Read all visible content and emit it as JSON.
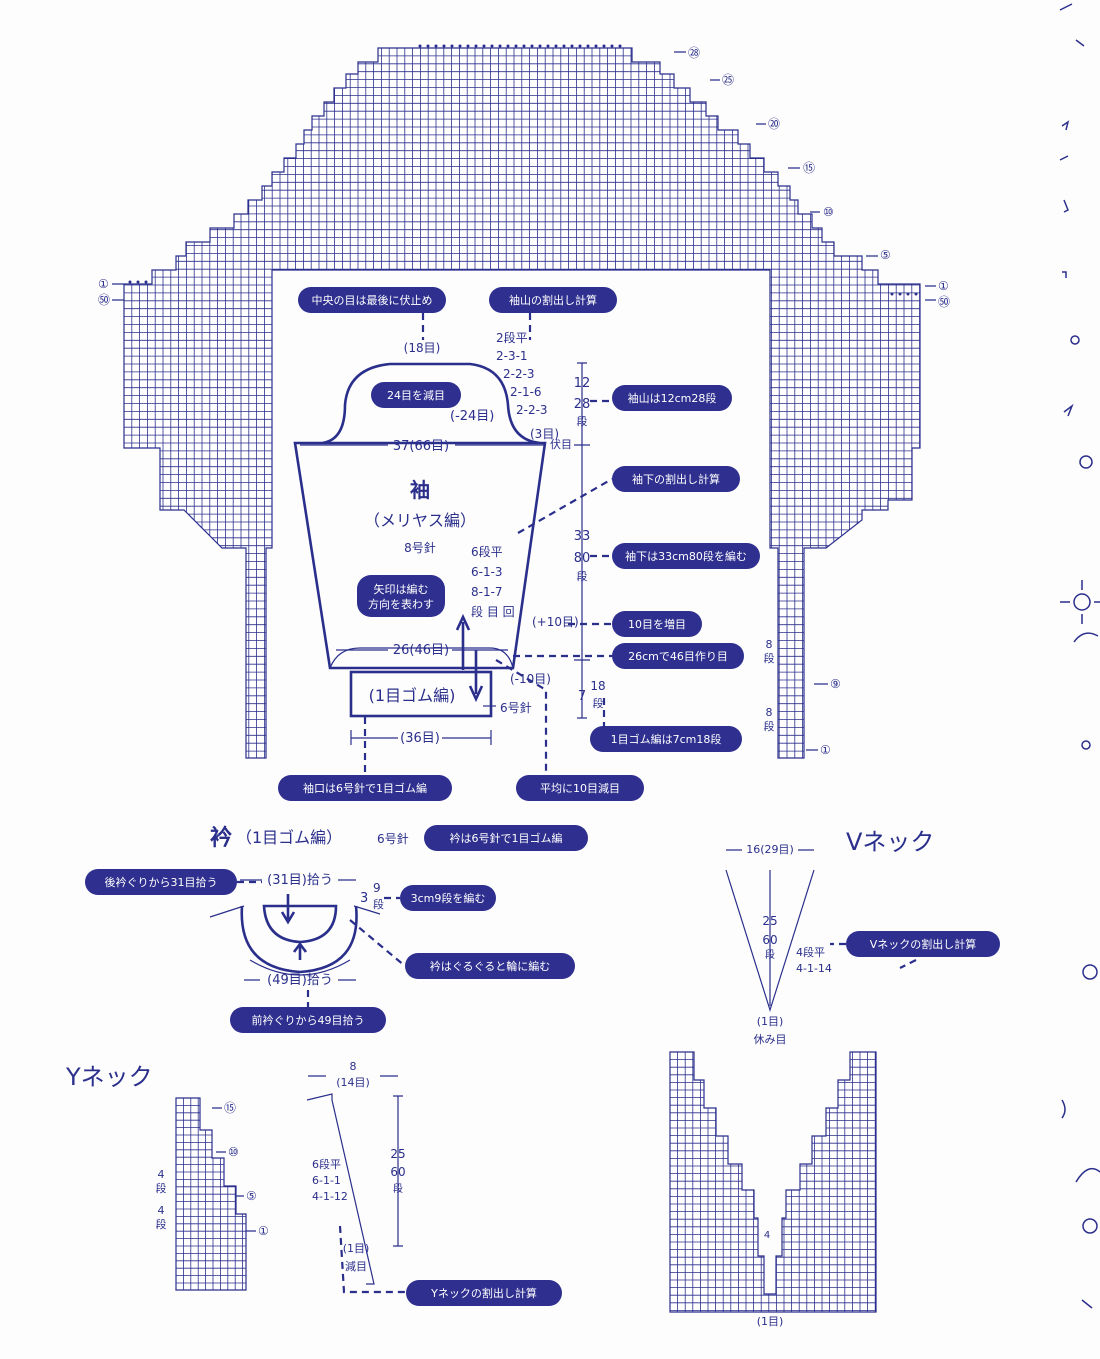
{
  "body_grid": {
    "rows_labels": [
      "㉘",
      "㉕",
      "⑳",
      "⑮",
      "⑩",
      "⑤",
      "①",
      "㊿"
    ],
    "left_row_marks": [
      "①",
      "㊿"
    ]
  },
  "sleeve": {
    "title": "袖",
    "subtitle": "（メリヤス編）",
    "needle": "8号針",
    "top_count": "(18目)",
    "decrease_label": "(-24目)",
    "bindoff_count": "(3目)",
    "bindoff_label": "伏目",
    "width": "37(66目)",
    "cuff_width": "26(46目)",
    "cuff_title": "(1目ゴム編)",
    "cuff_needle": "6号針",
    "cuff_count": "(36目)",
    "cuff_decrease": "(-10目)",
    "increase_label": "(+10目)",
    "cap_calc": [
      "2段平",
      "2-3-1",
      "2-2-3",
      "2-1-6",
      "2-2-3"
    ],
    "under_calc": [
      "6段平",
      "6-1-3",
      "8-1-7",
      "段 目 回"
    ],
    "cap_cm": "12",
    "cap_rows": "28",
    "cap_rows_unit": "段",
    "under_cm": "33",
    "under_rows": "80",
    "under_rows_unit": "段",
    "cuff_cm": "7",
    "cuff_rows": "18",
    "cuff_rows_unit": "段",
    "side_marks": [
      "8",
      "段",
      "8",
      "段"
    ],
    "side_circles": [
      "⑨",
      "①"
    ]
  },
  "notes": {
    "center_bindoff": "中央の目は最後に伏止め",
    "cap_calc_title": "袖山の割出し計算",
    "decrease_24": "24目を減目",
    "cap_rows": "袖山は12cm28段",
    "under_calc_title": "袖下の割出し計算",
    "under_rows": "袖下は33cm80段を編む",
    "arrow_dir": [
      "矢印は編む",
      "方向を表わす"
    ],
    "increase_10": "10目を増目",
    "cast_on": "26cmで46目作り目",
    "ribbing": "1目ゴム編は7cm18段",
    "cuff_ribbing": "袖口は6号針で1目ゴム編",
    "avg_decrease": "平均に10目減目"
  },
  "collar": {
    "title": "衿",
    "subtitle": "（1目ゴム編）",
    "needle": "6号針",
    "note": "衿は6号針で1目ゴム編",
    "back_pick": "後衿ぐりから31目拾う",
    "back_count": "(31目)拾う",
    "front_count": "(49目)拾う",
    "front_pick": "前衿ぐりから49目拾う",
    "height_cm": "3",
    "height_rows": "9",
    "height_unit": "段",
    "knit_9": "3cm9段を編む",
    "round_note": "衿はぐるぐると輪に編む"
  },
  "vneck": {
    "title": "Vネック",
    "width": "16(29目)",
    "depth_cm": "25",
    "depth_rows": "60",
    "depth_unit": "段",
    "calc": [
      "4段平",
      "4-1-14"
    ],
    "center": "(1目)",
    "center_label": "休み目",
    "calc_title": "Vネックの割出し計算",
    "chart_center": "(1目)",
    "chart_mark": "4"
  },
  "yneck": {
    "title": "Yネック",
    "width": "8",
    "width_count": "(14目)",
    "depth_cm": "25",
    "depth_rows": "60",
    "depth_unit": "段",
    "calc": [
      "6段平",
      "6-1-1",
      "4-1-12"
    ],
    "center": "(1目)",
    "center_label": "減目",
    "calc_title": "Yネックの割出し計算",
    "chart_marks": [
      "⑮",
      "⑩",
      "⑤",
      "①"
    ],
    "side_marks": [
      "4",
      "段",
      "4",
      "段"
    ]
  },
  "colors": {
    "ink": "#2b2f8c",
    "pill": "#2e2f8f",
    "paper": "#fdfdfd"
  }
}
